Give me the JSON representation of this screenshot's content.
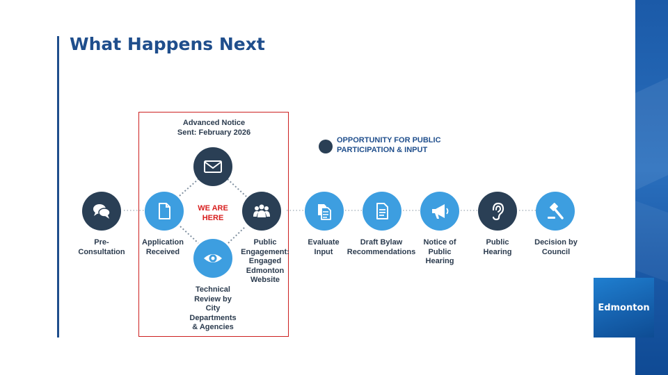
{
  "title": "What Happens Next",
  "notice_lines": [
    "Advanced Notice",
    "Sent: February 2026"
  ],
  "we_are_here_lines": [
    "WE ARE",
    "HERE"
  ],
  "legend_lines": [
    "OPPORTUNITY FOR PUBLIC",
    "PARTICIPATION & INPUT"
  ],
  "logo_text": "Edmonton",
  "colors": {
    "dark_step": "#2a3f55",
    "light_step": "#3d9ee0",
    "accent": "#1f4e8c",
    "highlight": "#cc1f1f"
  },
  "steps": [
    {
      "id": "pre-consultation",
      "icon": "speech-bubbles-icon",
      "style": "dark",
      "lines": [
        "Pre-",
        "Consultation"
      ]
    },
    {
      "id": "application-received",
      "icon": "document-icon",
      "style": "light",
      "lines": [
        "Application",
        "Received"
      ]
    },
    {
      "id": "advanced-notice",
      "icon": "envelope-icon",
      "style": "dark",
      "lines": []
    },
    {
      "id": "technical-review",
      "icon": "eye-icon",
      "style": "light",
      "lines": [
        "Technical",
        "Review by",
        "City",
        "Departments",
        "& Agencies"
      ]
    },
    {
      "id": "public-engagement",
      "icon": "people-group-icon",
      "style": "dark",
      "lines": [
        "Public",
        "Engagement:",
        "Engaged",
        "Edmonton",
        "Website"
      ]
    },
    {
      "id": "evaluate-input",
      "icon": "copy-documents-icon",
      "style": "light",
      "lines": [
        "Evaluate",
        "Input"
      ]
    },
    {
      "id": "draft-bylaw",
      "icon": "text-document-icon",
      "style": "light",
      "lines": [
        "Draft Bylaw",
        "Recommendations"
      ]
    },
    {
      "id": "notice-public-hearing",
      "icon": "megaphone-icon",
      "style": "light",
      "lines": [
        "Notice of",
        "Public",
        "Hearing"
      ]
    },
    {
      "id": "public-hearing",
      "icon": "ear-icon",
      "style": "dark",
      "lines": [
        "Public",
        "Hearing"
      ]
    },
    {
      "id": "decision-council",
      "icon": "gavel-icon",
      "style": "light",
      "lines": [
        "Decision by",
        "Council"
      ]
    }
  ]
}
